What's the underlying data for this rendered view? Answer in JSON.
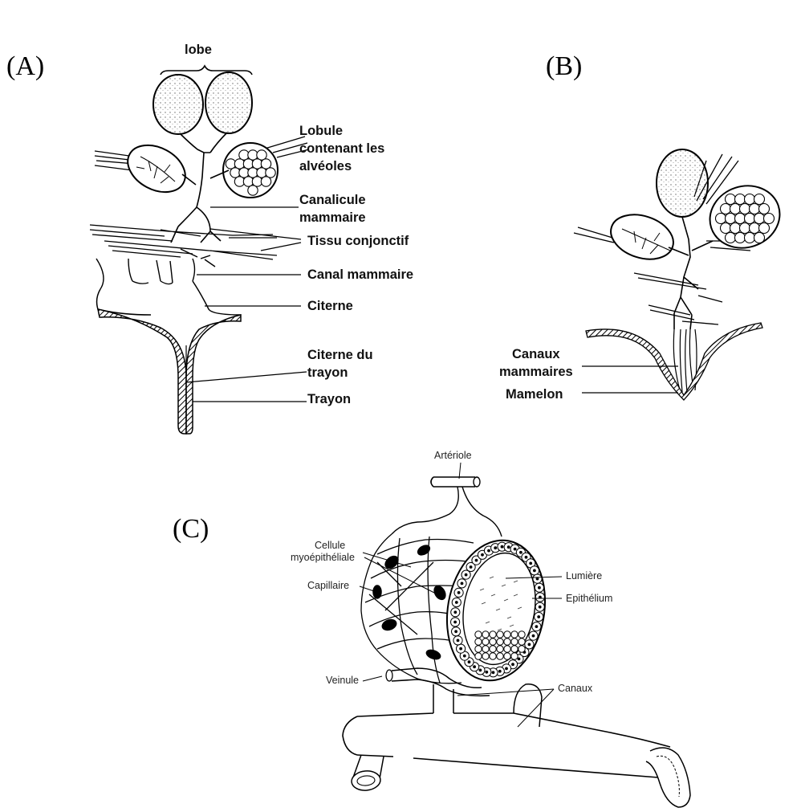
{
  "panels": {
    "a": "(A)",
    "b": "(B)",
    "c": "(C)"
  },
  "panel_a": {
    "lobe": "lobe",
    "lobule_1": "Lobule",
    "lobule_2": "contenant les",
    "lobule_3": "alvéoles",
    "canalicule_1": "Canalicule",
    "canalicule_2": "mammaire",
    "tissu": "Tissu conjonctif",
    "canal": "Canal mammaire",
    "citerne": "Citerne",
    "citerne_trayon_1": "Citerne du",
    "citerne_trayon_2": "trayon",
    "trayon": "Trayon"
  },
  "panel_b": {
    "canaux_1": "Canaux",
    "canaux_2": "mammaires",
    "mamelon": "Mamelon"
  },
  "panel_c": {
    "arteriole": "Artériole",
    "cellule_1": "Cellule",
    "cellule_2": "myoépithéliale",
    "capillaire": "Capillaire",
    "veinule": "Veinule",
    "lumiere": "Lumière",
    "epithelium": "Epithélium",
    "canaux": "Canaux"
  }
}
